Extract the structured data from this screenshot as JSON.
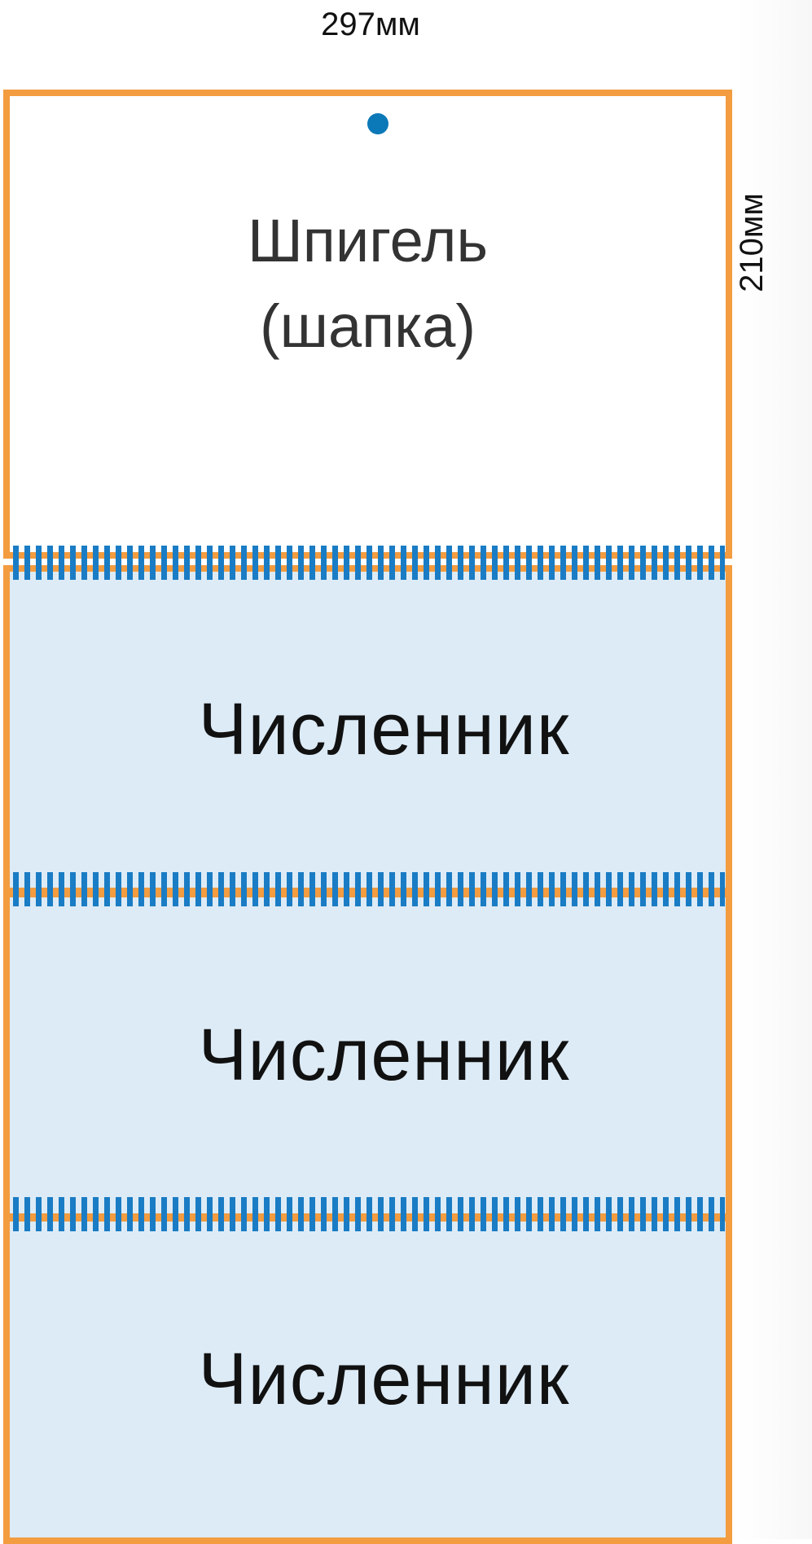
{
  "dimensions": {
    "width_label": "297мм",
    "height_label": "210мм"
  },
  "header": {
    "title_line1": "Шпигель",
    "title_line2": "(шапка)"
  },
  "pages": [
    {
      "label": "Численник"
    },
    {
      "label": "Численник"
    },
    {
      "label": "Численник"
    }
  ],
  "colors": {
    "frame": "#f39c40",
    "binding": "#1a7cc4",
    "hole": "#0b78b8",
    "page_fill": "#ddebf6",
    "header_fill": "#ffffff"
  }
}
